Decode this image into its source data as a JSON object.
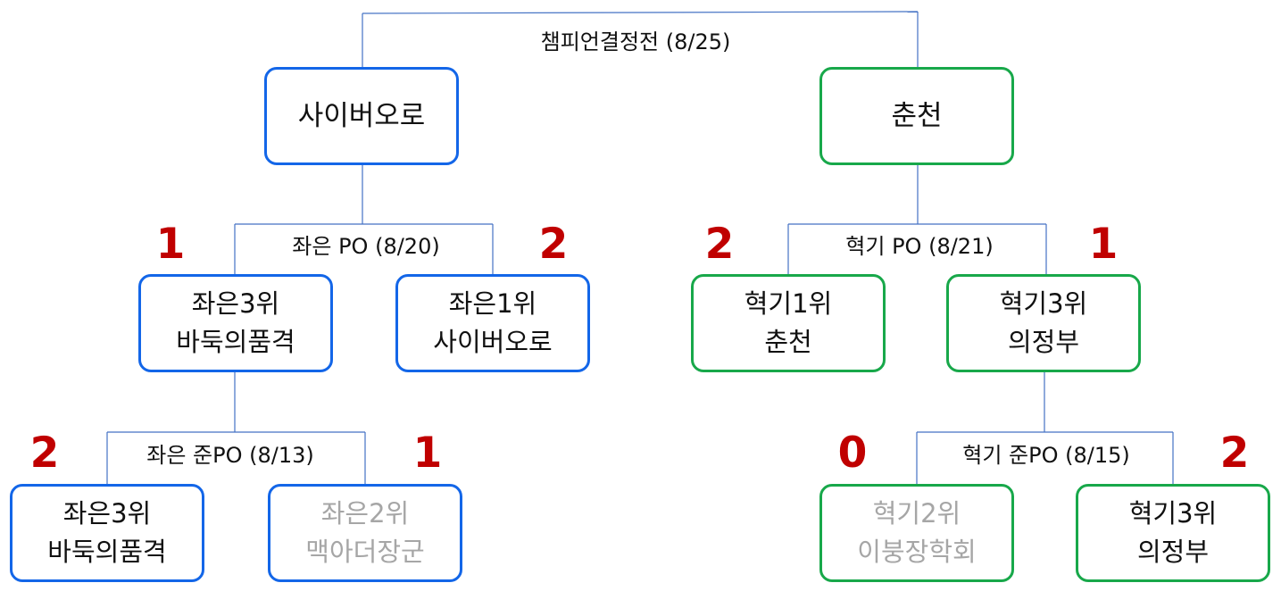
{
  "colors": {
    "blue": "#1366e8",
    "green": "#18a84a",
    "score": "#c00000",
    "connector": "#4472c4",
    "dim_text": "#a6a6a6"
  },
  "final": {
    "label": "챔피언결정전 (8/25)"
  },
  "left": {
    "champion": "사이버오로",
    "po_label": "좌은 PO (8/20)",
    "po_left": {
      "line1": "좌은3위",
      "line2": "바둑의품격",
      "score": "1"
    },
    "po_right": {
      "line1": "좌은1위",
      "line2": "사이버오로",
      "score": "2"
    },
    "semi_label": "좌은 준PO (8/13)",
    "semi_left": {
      "line1": "좌은3위",
      "line2": "바둑의품격",
      "score": "2"
    },
    "semi_right": {
      "line1": "좌은2위",
      "line2": "맥아더장군",
      "score": "1"
    }
  },
  "right": {
    "champion": "춘천",
    "po_label": "혁기 PO (8/21)",
    "po_left": {
      "line1": "혁기1위",
      "line2": "춘천",
      "score": "2"
    },
    "po_right": {
      "line1": "혁기3위",
      "line2": "의정부",
      "score": "1"
    },
    "semi_label": "혁기 준PO (8/15)",
    "semi_left": {
      "line1": "혁기2위",
      "line2": "이붕장학회",
      "score": "0"
    },
    "semi_right": {
      "line1": "혁기3위",
      "line2": "의정부",
      "score": "2"
    }
  }
}
